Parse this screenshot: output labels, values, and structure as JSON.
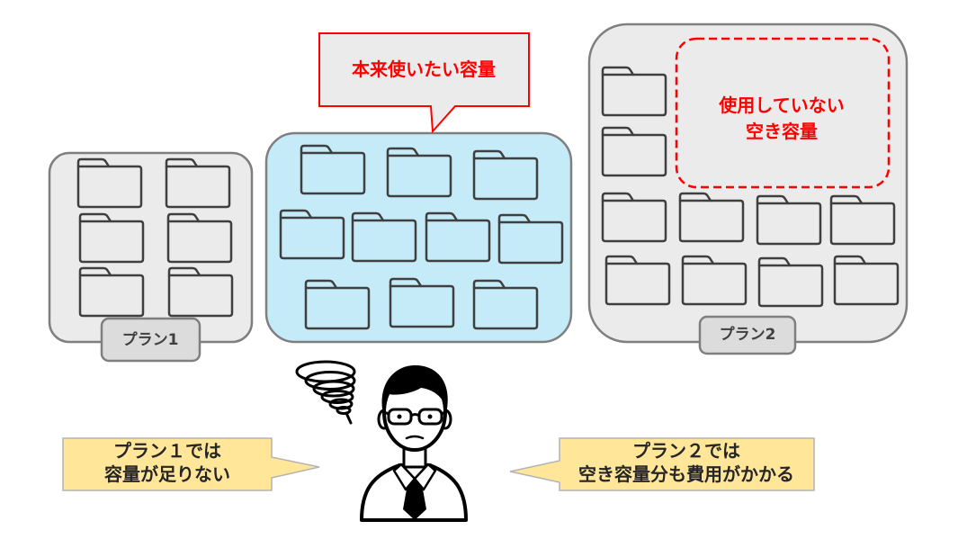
{
  "diagram": {
    "needed_capacity_callout": {
      "text": "本来使いたい容量"
    },
    "plan1": {
      "label": "プラン1"
    },
    "plan2": {
      "label": "プラン2",
      "unused_space": {
        "lines": [
          "使用していない",
          "空き容量"
        ]
      }
    },
    "comments": {
      "plan1": {
        "lines": [
          "プラン１では",
          "容量が足りない"
        ]
      },
      "plan2": {
        "lines": [
          "プラン２では",
          "空き容量分も費用がかかる"
        ]
      }
    }
  },
  "icons": {
    "folder": "folder-icon",
    "person": "confused-person-icon",
    "swirl": "dizzy-swirl-icon"
  },
  "colors": {
    "alert_red": "#ff0000",
    "plan_box_gray": "#ebebeb",
    "needed_box_blue": "#c5ebf9",
    "comment_yellow": "#ffe699",
    "outline_gray": "#7f7f7f"
  }
}
